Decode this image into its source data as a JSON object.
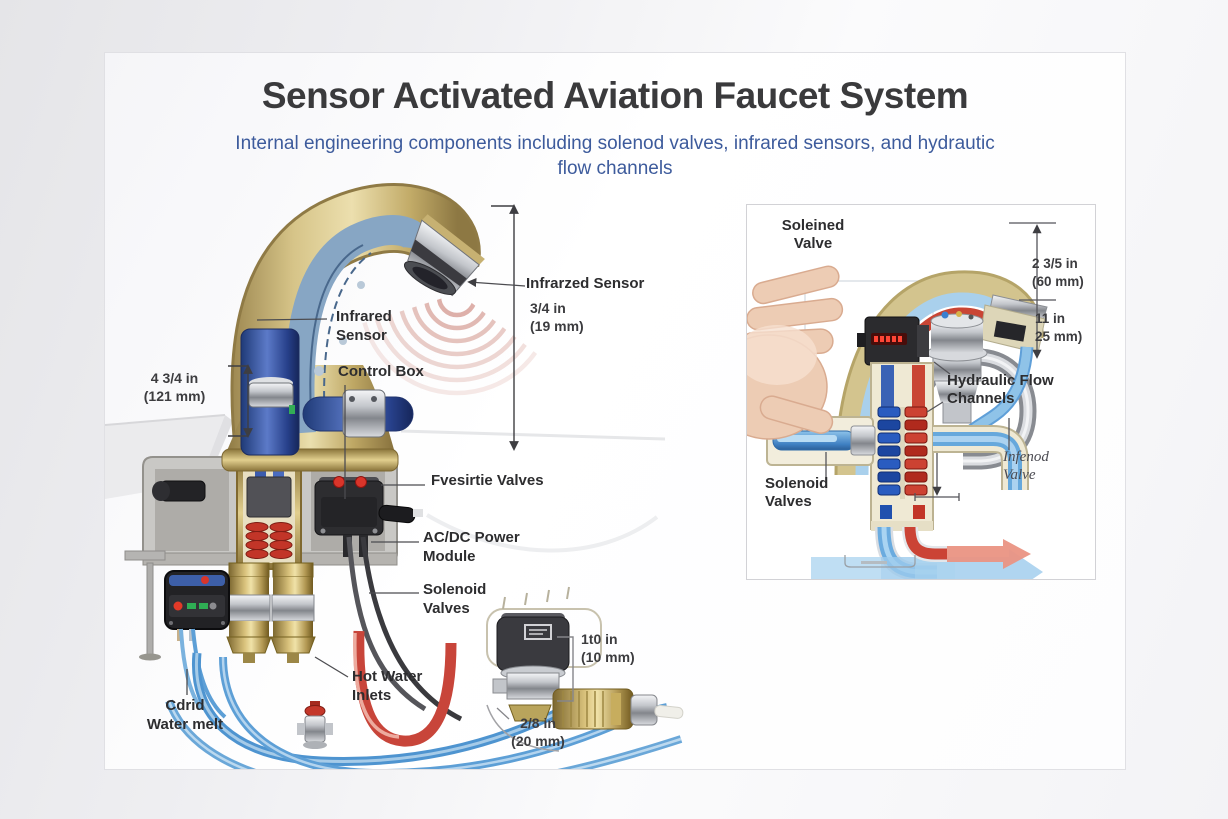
{
  "header": {
    "title": "Sensor Activated Aviation Faucet System",
    "subtitle": "Internal engineering components including solenod valves, infrared sensors, and hydrautic\nflow channels"
  },
  "main_diagram": {
    "labels": {
      "infrared_sensor_spout": "Infrarzed Sensor",
      "spout_dimension": "3/4 in\n(19 mm)",
      "infrared_sensor_body": "Infrared\nSensor",
      "control_box": "Control Box",
      "body_height_dimension": "4 3/4 in\n(121 mm)",
      "fvesirtie_valves": "Fvesirtie Valves",
      "acdc_power_module": "AC/DC Power\nModule",
      "solenoid_valves": "Solenoid\nValves",
      "hot_water_inlets": "Hot Water\nInlets",
      "cold_water_inlet": "Cdrid\nWater melt",
      "inlet_valve_height": "1t0 in\n(10 mm)",
      "inlet_valve_width": "2/8 in\n(20 mm)"
    }
  },
  "inset_diagram": {
    "labels": {
      "soleined_valve": "Soleined\nValve",
      "spout_dimension": "2 3/5 in\n(60 mm)",
      "reach_dimension": "11 in\n25 mm)",
      "hydraulic_flow_channels": "Hydraulic Flow\nChannels",
      "infenod_valve": "Infenod\nValve",
      "solenoid_valves": "Solenoid\nValves"
    }
  },
  "colors": {
    "brass_gold": "#c9b272",
    "pipe_blue": "#5d9fd6",
    "hot_red": "#c8453a",
    "title_text": "#3a3a3c",
    "subtitle_text": "#3d5b9c",
    "label_text": "#2d2d2f"
  }
}
